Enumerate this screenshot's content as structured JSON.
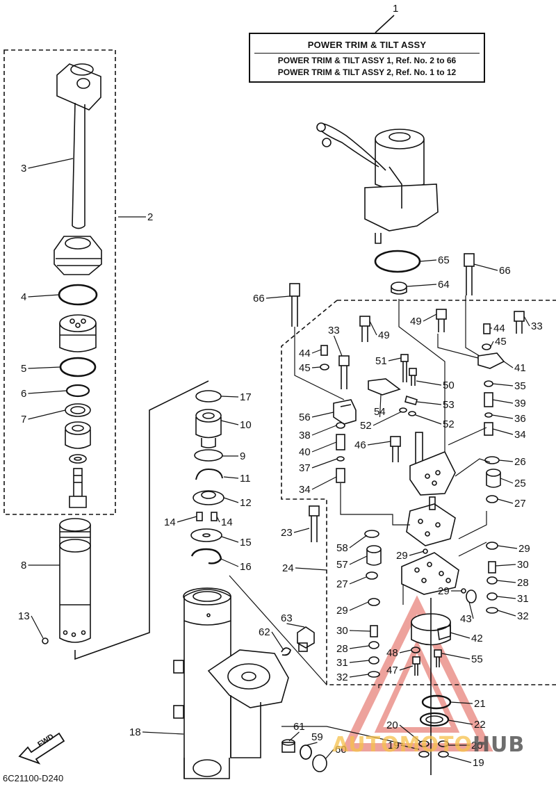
{
  "header": {
    "ref_number": "1",
    "title": "POWER TRIM & TILT ASSY",
    "line1": "POWER TRIM & TILT ASSY 1,  Ref. No. 2 to 66",
    "line2": "POWER TRIM & TILT ASSY 2,  Ref. No. 1 to 12"
  },
  "footer": {
    "diagram_code": "6C21100-D240",
    "fwd_label": "FWD"
  },
  "watermark": {
    "part1": "AUTOMOTO",
    "part2": "HUB"
  },
  "colors": {
    "line": "#111111",
    "watermark_red": "#e0574d",
    "watermark_yellow": "#f6c14b"
  },
  "callouts": [
    {
      "id": "c1",
      "text": "1"
    },
    {
      "id": "c2",
      "text": "2"
    },
    {
      "id": "c3",
      "text": "3"
    },
    {
      "id": "c4",
      "text": "4"
    },
    {
      "id": "c5",
      "text": "5"
    },
    {
      "id": "c6",
      "text": "6"
    },
    {
      "id": "c7",
      "text": "7"
    },
    {
      "id": "c8",
      "text": "8"
    },
    {
      "id": "c9",
      "text": "9"
    },
    {
      "id": "c10",
      "text": "10"
    },
    {
      "id": "c11",
      "text": "11"
    },
    {
      "id": "c12",
      "text": "12"
    },
    {
      "id": "c13",
      "text": "13"
    },
    {
      "id": "c14a",
      "text": "14"
    },
    {
      "id": "c14b",
      "text": "14"
    },
    {
      "id": "c15",
      "text": "15"
    },
    {
      "id": "c16",
      "text": "16"
    },
    {
      "id": "c17",
      "text": "17"
    },
    {
      "id": "c18",
      "text": "18"
    },
    {
      "id": "c19a",
      "text": "19"
    },
    {
      "id": "c19b",
      "text": "19"
    },
    {
      "id": "c20a",
      "text": "20"
    },
    {
      "id": "c20b",
      "text": "20"
    },
    {
      "id": "c21",
      "text": "21"
    },
    {
      "id": "c22",
      "text": "22"
    },
    {
      "id": "c23",
      "text": "23"
    },
    {
      "id": "c24",
      "text": "24"
    },
    {
      "id": "c25",
      "text": "25"
    },
    {
      "id": "c26",
      "text": "26"
    },
    {
      "id": "c27a",
      "text": "27"
    },
    {
      "id": "c27b",
      "text": "27"
    },
    {
      "id": "c28a",
      "text": "28"
    },
    {
      "id": "c28b",
      "text": "28"
    },
    {
      "id": "c29a",
      "text": "29"
    },
    {
      "id": "c29b",
      "text": "29"
    },
    {
      "id": "c29c",
      "text": "29"
    },
    {
      "id": "c29d",
      "text": "29"
    },
    {
      "id": "c30a",
      "text": "30"
    },
    {
      "id": "c30b",
      "text": "30"
    },
    {
      "id": "c31a",
      "text": "31"
    },
    {
      "id": "c31b",
      "text": "31"
    },
    {
      "id": "c32a",
      "text": "32"
    },
    {
      "id": "c32b",
      "text": "32"
    },
    {
      "id": "c33a",
      "text": "33"
    },
    {
      "id": "c33b",
      "text": "33"
    },
    {
      "id": "c34a",
      "text": "34"
    },
    {
      "id": "c34b",
      "text": "34"
    },
    {
      "id": "c35",
      "text": "35"
    },
    {
      "id": "c36",
      "text": "36"
    },
    {
      "id": "c37",
      "text": "37"
    },
    {
      "id": "c38",
      "text": "38"
    },
    {
      "id": "c39",
      "text": "39"
    },
    {
      "id": "c40",
      "text": "40"
    },
    {
      "id": "c41",
      "text": "41"
    },
    {
      "id": "c42",
      "text": "42"
    },
    {
      "id": "c43",
      "text": "43"
    },
    {
      "id": "c44a",
      "text": "44"
    },
    {
      "id": "c44b",
      "text": "44"
    },
    {
      "id": "c45a",
      "text": "45"
    },
    {
      "id": "c45b",
      "text": "45"
    },
    {
      "id": "c46",
      "text": "46"
    },
    {
      "id": "c47",
      "text": "47"
    },
    {
      "id": "c48",
      "text": "48"
    },
    {
      "id": "c49a",
      "text": "49"
    },
    {
      "id": "c49b",
      "text": "49"
    },
    {
      "id": "c50",
      "text": "50"
    },
    {
      "id": "c51",
      "text": "51"
    },
    {
      "id": "c52a",
      "text": "52"
    },
    {
      "id": "c52b",
      "text": "52"
    },
    {
      "id": "c53",
      "text": "53"
    },
    {
      "id": "c54",
      "text": "54"
    },
    {
      "id": "c55",
      "text": "55"
    },
    {
      "id": "c56",
      "text": "56"
    },
    {
      "id": "c57",
      "text": "57"
    },
    {
      "id": "c58",
      "text": "58"
    },
    {
      "id": "c59",
      "text": "59"
    },
    {
      "id": "c60",
      "text": "60"
    },
    {
      "id": "c61",
      "text": "61"
    },
    {
      "id": "c62",
      "text": "62"
    },
    {
      "id": "c63",
      "text": "63"
    },
    {
      "id": "c64",
      "text": "64"
    },
    {
      "id": "c65",
      "text": "65"
    },
    {
      "id": "c66a",
      "text": "66"
    },
    {
      "id": "c66b",
      "text": "66"
    }
  ]
}
